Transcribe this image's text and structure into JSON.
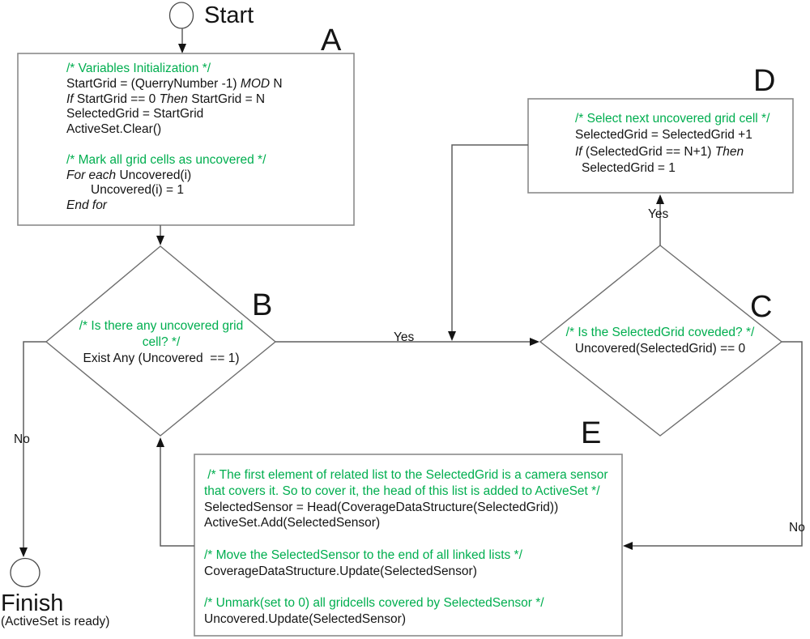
{
  "colors": {
    "comment_green": "#00AE4F",
    "text": "#141414",
    "box_border": "#8a8a8a",
    "diamond_border": "#6e6e6e",
    "connector": "#5f5f5f",
    "arrowhead": "#141414"
  },
  "nodes": {
    "start": {
      "label": "Start"
    },
    "finish": {
      "label": "Finish",
      "sublabel": "(ActiveSet is ready)"
    },
    "box_a": {
      "tag": "A",
      "lines": [
        {
          "comment": true,
          "text": "/* Variables Initialization */"
        },
        {
          "segments": [
            {
              "text": "StartGrid = (QuerryNumber -1) "
            },
            {
              "text": "MOD",
              "italic": true
            },
            {
              "text": " N"
            }
          ]
        },
        {
          "segments": [
            {
              "text": "If",
              "italic": true
            },
            {
              "text": " StartGrid == 0 "
            },
            {
              "text": "Then",
              "italic": true
            },
            {
              "text": " StartGrid = N"
            }
          ]
        },
        {
          "text": "SelectedGrid = StartGrid"
        },
        {
          "text": "ActiveSet.Clear()"
        },
        {
          "text": ""
        },
        {
          "comment": true,
          "text": "/* Mark all grid cells as uncovered */"
        },
        {
          "segments": [
            {
              "text": "For each",
              "italic": true
            },
            {
              "text": " Uncovered(i)"
            }
          ]
        },
        {
          "indent": 30,
          "text": "Uncovered(i) = 1"
        },
        {
          "segments": [
            {
              "text": "End for",
              "italic": true
            }
          ]
        }
      ]
    },
    "diamond_b": {
      "tag": "B",
      "lines": [
        {
          "comment": true,
          "text": "/* Is there any uncovered grid"
        },
        {
          "comment": true,
          "text": "cell? */"
        },
        {
          "text": "Exist Any (Uncovered  == 1)"
        }
      ]
    },
    "diamond_c": {
      "tag": "C",
      "lines": [
        {
          "comment": true,
          "text": "/* Is the SelectedGrid coveded? */"
        },
        {
          "text": "Uncovered(SelectedGrid) == 0"
        }
      ]
    },
    "box_d": {
      "tag": "D",
      "lines": [
        {
          "comment": true,
          "text": "/* Select next uncovered grid cell */"
        },
        {
          "segments": [
            {
              "text": "SelectedGrid = SelectedGrid +1"
            }
          ]
        },
        {
          "segments": [
            {
              "text": "If",
              "italic": true
            },
            {
              "text": " (SelectedGrid == N+1) "
            },
            {
              "text": "Then",
              "italic": true
            }
          ]
        },
        {
          "indent": 8,
          "text": "SelectedGrid = 1"
        }
      ]
    },
    "box_e": {
      "tag": "E",
      "lines": [
        {
          "comment": true,
          "text": " /* The first element of related list to the SelectedGrid is a camera sensor"
        },
        {
          "comment": true,
          "text": "that covers it. So to cover it, the head of this list is added to ActiveSet */"
        },
        {
          "text": "SelectedSensor = Head(CoverageDataStructure(SelectedGrid))"
        },
        {
          "text": "ActiveSet.Add(SelectedSensor)"
        },
        {
          "text": ""
        },
        {
          "comment": true,
          "text": "/* Move the SelectedSensor to the end of all linked lists */"
        },
        {
          "text": "CoverageDataStructure.Update(SelectedSensor)"
        },
        {
          "text": ""
        },
        {
          "comment": true,
          "text": "/* Unmark(set to 0) all gridcells covered by SelectedSensor */"
        },
        {
          "text": "Uncovered.Update(SelectedSensor)"
        }
      ]
    }
  },
  "edge_labels": {
    "b_yes": "Yes",
    "c_yes": "Yes",
    "b_no": "No",
    "c_no": "No"
  }
}
